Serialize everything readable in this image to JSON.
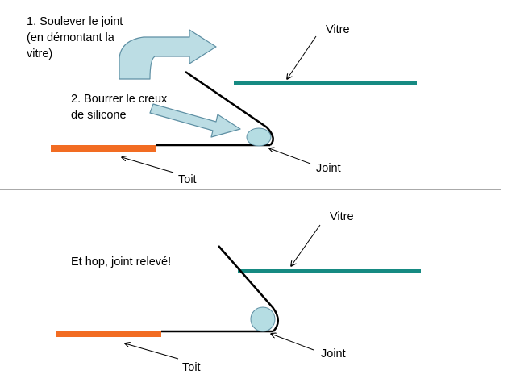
{
  "colors": {
    "toit": "#F26C22",
    "vitre": "#168A82",
    "joint_fill": "#B5DDE3",
    "arrow_fill": "#BCDDE4",
    "arrow_stroke": "#5E8FA3",
    "line": "#000000",
    "divider": "#555555"
  },
  "panel_top": {
    "step1": {
      "line1": "1. Soulever le joint",
      "line2": "(en démontant la",
      "line3": "vitre)"
    },
    "step2": {
      "line1": "2. Bourrer le creux",
      "line2": "de silicone"
    },
    "vitre_label": "Vitre",
    "joint_label": "Joint",
    "toit_label": "Toit"
  },
  "panel_bottom": {
    "result": "Et hop, joint relevé!",
    "vitre_label": "Vitre",
    "joint_label": "Joint",
    "toit_label": "Toit"
  }
}
